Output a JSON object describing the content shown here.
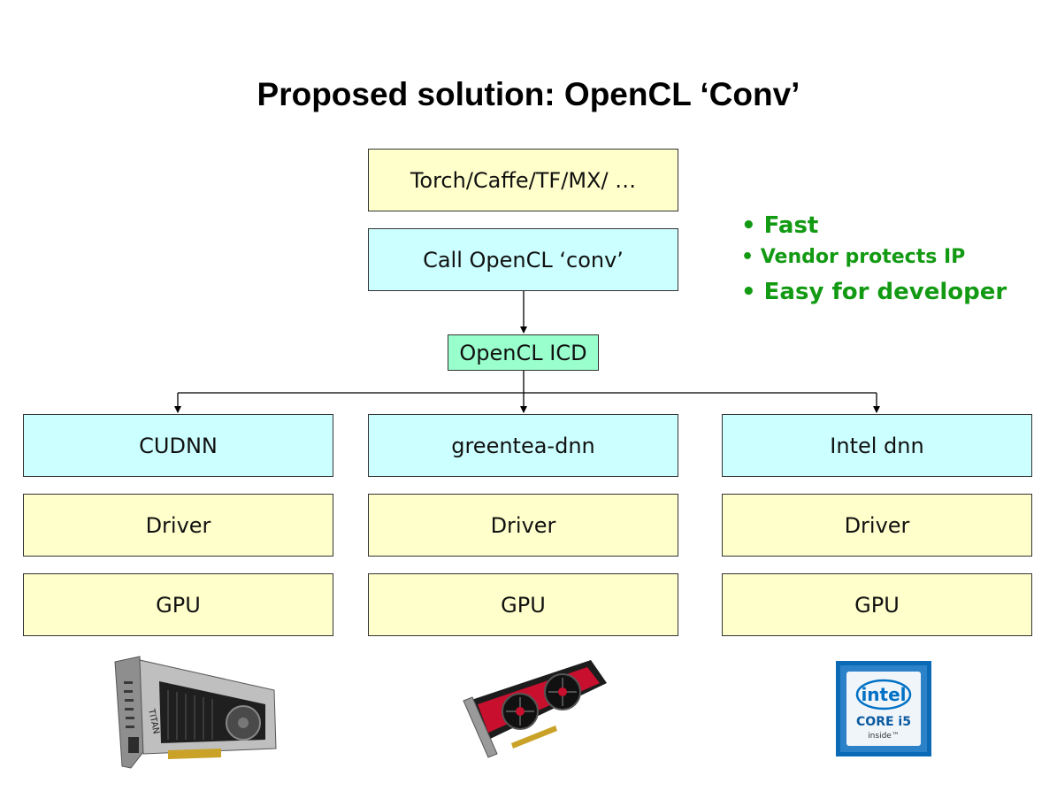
{
  "slide": {
    "title": "Proposed solution: OpenCL ‘Conv’"
  },
  "stack": {
    "frameworks": "Torch/Caffe/TF/MX/ …",
    "call": "Call OpenCL ‘conv’",
    "icd": "OpenCL ICD"
  },
  "columns": [
    {
      "library": "CUDNN",
      "driver": "Driver",
      "device": "GPU"
    },
    {
      "library": "greentea-dnn",
      "driver": "Driver",
      "device": "GPU"
    },
    {
      "library": "Intel dnn",
      "driver": "Driver",
      "device": "GPU"
    }
  ],
  "benefits": [
    "• Fast",
    "• Vendor protects IP",
    "• Easy for developer"
  ],
  "hardware": {
    "nvidia_card_text": "TITAN",
    "intel_badge": {
      "brand": "intel",
      "line": "CORE i5",
      "tag": "inside™"
    }
  },
  "colors": {
    "box_yellow": "#ffffcc",
    "box_cyan": "#ccffff",
    "box_green": "#99ffcc",
    "bullet_green": "#139a13"
  }
}
